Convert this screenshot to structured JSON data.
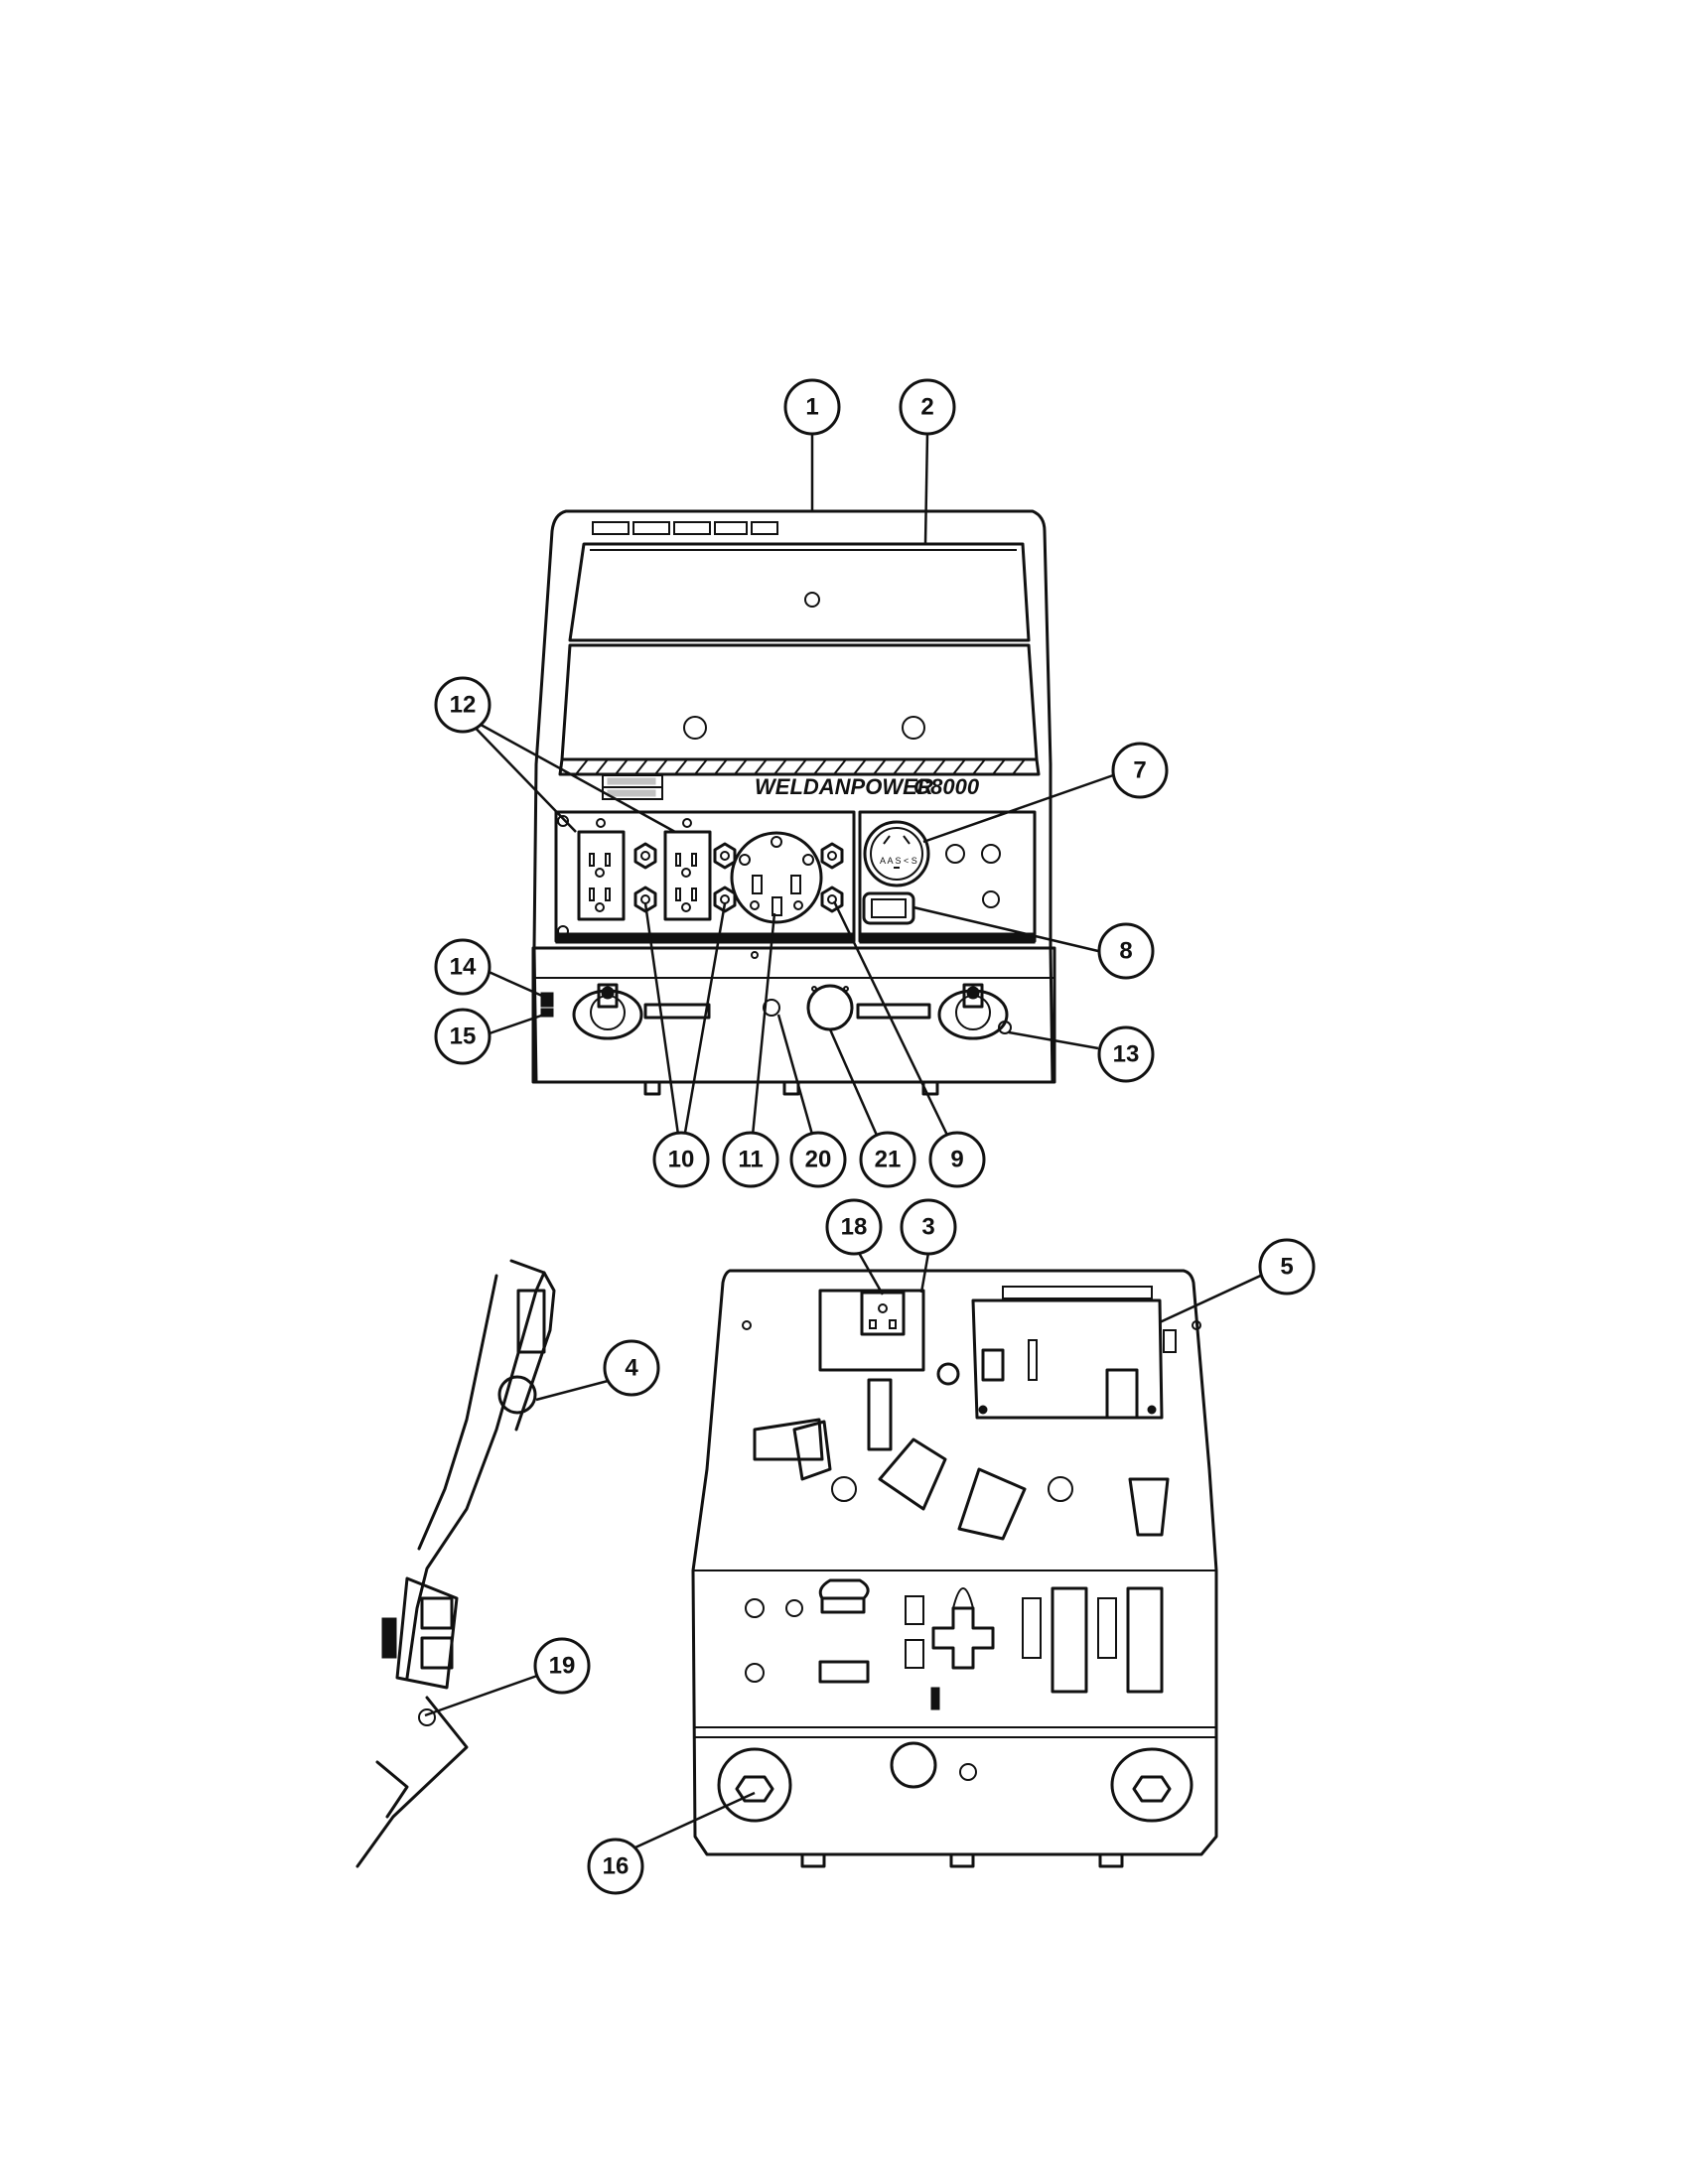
{
  "panel": {
    "brand_label": "WELDANPOWER",
    "model_label": "G8000"
  },
  "callouts": [
    {
      "id": "1",
      "label": "1"
    },
    {
      "id": "2",
      "label": "2"
    },
    {
      "id": "3",
      "label": "3"
    },
    {
      "id": "4",
      "label": "4"
    },
    {
      "id": "5",
      "label": "5"
    },
    {
      "id": "7",
      "label": "7"
    },
    {
      "id": "8",
      "label": "8"
    },
    {
      "id": "9",
      "label": "9"
    },
    {
      "id": "10",
      "label": "10"
    },
    {
      "id": "11",
      "label": "11"
    },
    {
      "id": "12",
      "label": "12"
    },
    {
      "id": "13",
      "label": "13"
    },
    {
      "id": "14",
      "label": "14"
    },
    {
      "id": "15",
      "label": "15"
    },
    {
      "id": "16",
      "label": "16"
    },
    {
      "id": "18",
      "label": "18"
    },
    {
      "id": "19",
      "label": "19"
    },
    {
      "id": "20",
      "label": "20"
    },
    {
      "id": "21",
      "label": "21"
    }
  ]
}
